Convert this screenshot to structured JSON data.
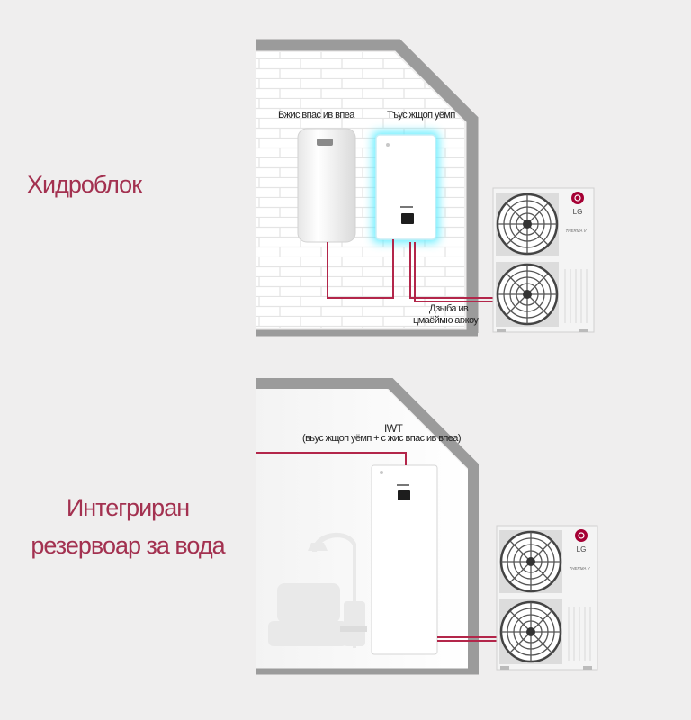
{
  "top_panel": {
    "title": "Хидроблок",
    "label_water_tank": "Вжис впас ив впеа",
    "label_hydro_unit": "Тъус жщоп уёмп",
    "label_pipes_line1": "Дзыба ив",
    "label_pipes_line2": "цмаёймю агжоу"
  },
  "bottom_panel": {
    "title_line1": "Интегриран",
    "title_line2": "резервоар за вода",
    "label_iwt": "IWT",
    "label_iwt_desc": "(вьус жщоп уёмп + с жис впас ив впеа)"
  },
  "outdoor_unit": {
    "brand": "LG",
    "model_text": "THERMA V"
  },
  "colors": {
    "title_color": "#a33150",
    "pipe_color": "#b3264a",
    "glow_color": "#5cf0ff",
    "house_outline": "#9b9b9b",
    "lg_red": "#a50034"
  }
}
